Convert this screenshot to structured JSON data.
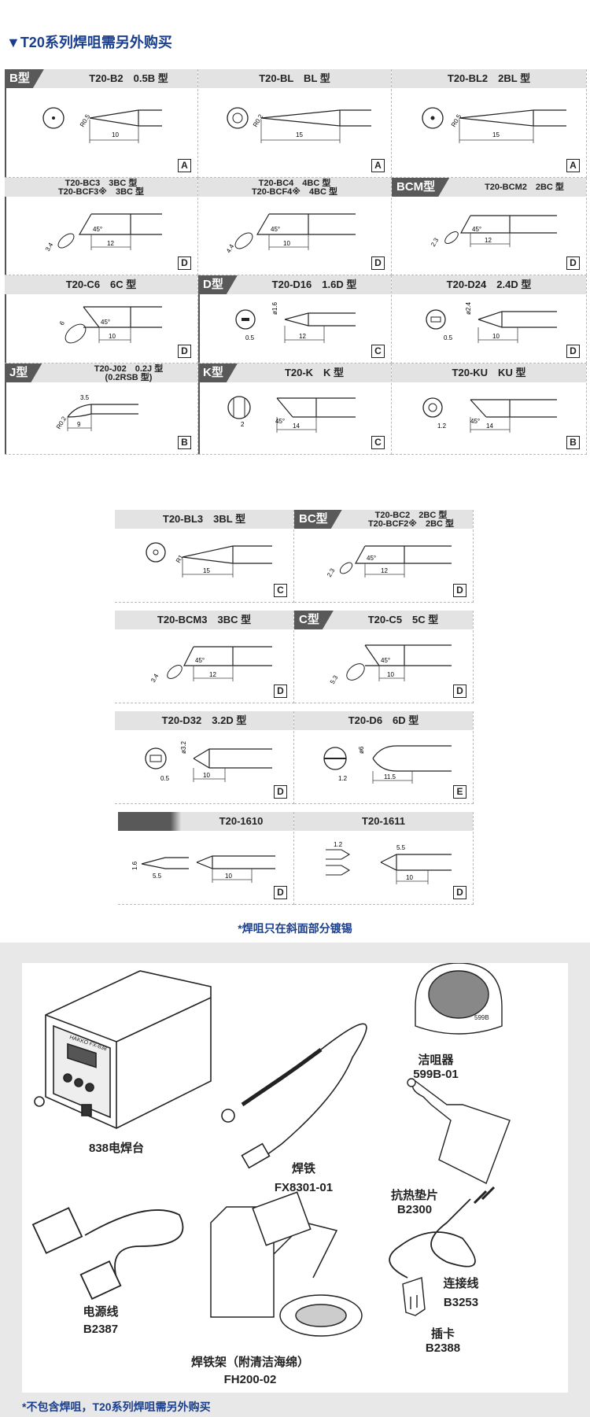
{
  "title": "▼T20系列焊咀需另外购买",
  "tips": {
    "b_type": "B型",
    "bcm_type": "BCM型",
    "d_type": "D型",
    "j_type": "J型",
    "k_type": "K型",
    "bc_type": "BC型",
    "c_type": "C型",
    "t_b2": "T20-B2　0.5B 型",
    "t_bl": "T20-BL　BL 型",
    "t_bl2": "T20-BL2　2BL 型",
    "t_bc3_1": "T20-BC3　3BC 型",
    "t_bc3_2": "T20-BCF3※　3BC 型",
    "t_bc4_1": "T20-BC4　4BC 型",
    "t_bc4_2": "T20-BCF4※　4BC 型",
    "t_bcm2": "T20-BCM2　2BC 型",
    "t_c6": "T20-C6　6C 型",
    "t_d16": "T20-D16　1.6D 型",
    "t_d24": "T20-D24　2.4D 型",
    "t_j02_1": "T20-J02　0.2J 型",
    "t_j02_2": "(0.2RSB 型)",
    "t_k": "T20-K　K 型",
    "t_ku": "T20-KU　KU 型",
    "t_bl3": "T20-BL3　3BL 型",
    "t_bc2_1": "T20-BC2　2BC 型",
    "t_bc2_2": "T20-BCF2※　2BC 型",
    "t_bcm3": "T20-BCM3　3BC 型",
    "t_c5": "T20-C5　5C 型",
    "t_d32": "T20-D32　3.2D 型",
    "t_d6": "T20-D6　6D 型",
    "t_1610": "T20-1610",
    "t_1611": "T20-1611",
    "letters": {
      "a": "A",
      "b": "B",
      "c": "C",
      "d": "D",
      "e": "E"
    }
  },
  "note_tin": "*焊咀只在斜面部分镀锡",
  "kit": {
    "station_name": "838电焊台",
    "station_brand": "HAKKO FX-838",
    "cleaner_name": "洁咀器",
    "cleaner_code": "599B-01",
    "cleaner_mark": "599B",
    "iron_name": "焊铁",
    "iron_code": "FX8301-01",
    "pad_name": "抗热垫片",
    "pad_code": "B2300",
    "cable_name": "连接线",
    "cable_code": "B3253",
    "power_name": "电源线",
    "power_code": "B2387",
    "holder_name": "焊铁架（附清洁海绵）",
    "holder_code": "FH200-02",
    "card_name": "插卡",
    "card_code": "B2388"
  },
  "note_bottom": "*不包含焊咀，T20系列焊咀需另外购买"
}
